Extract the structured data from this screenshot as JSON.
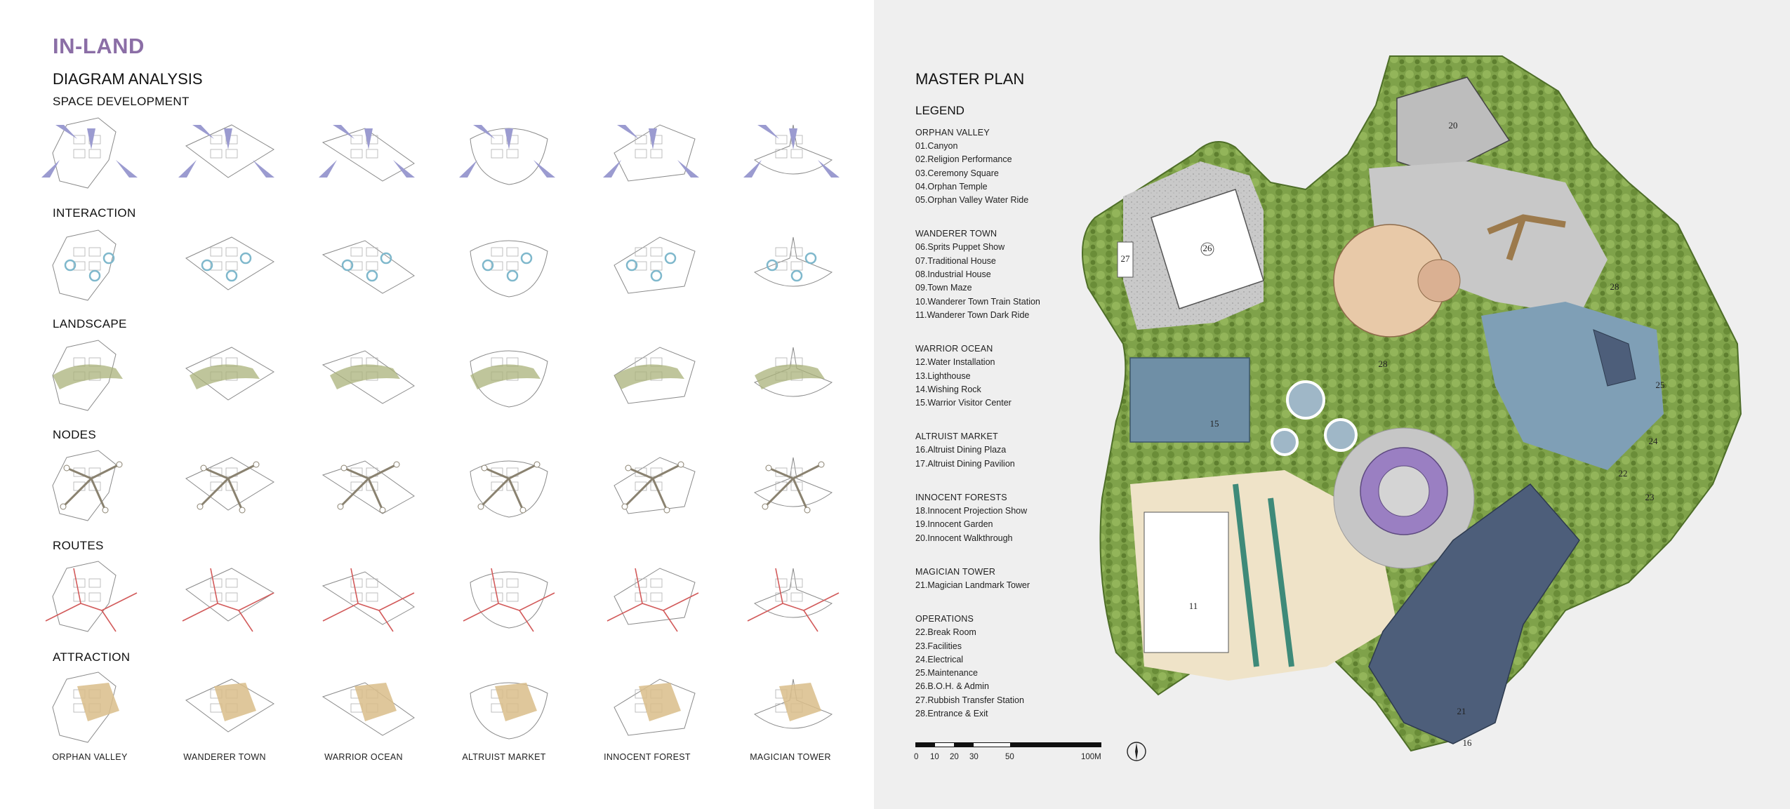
{
  "brand": "IN-LAND",
  "diagram": {
    "title": "DIAGRAM ANALYSIS",
    "rows": [
      "SPACE DEVELOPMENT",
      "INTERACTION",
      "LANDSCAPE",
      "NODES",
      "ROUTES",
      "ATTRACTION"
    ],
    "columns": [
      "ORPHAN VALLEY",
      "WANDERER TOWN",
      "WARRIOR OCEAN",
      "ALTRUIST MARKET",
      "INNOCENT FOREST",
      "MAGICIAN TOWER"
    ],
    "row_colors": {
      "SPACE DEVELOPMENT": "#9b9bd0",
      "INTERACTION": "#7fb8cc",
      "LANDSCAPE": "#a9b27a",
      "NODES": "#8a8270",
      "ROUTES": "#d25a5a",
      "ATTRACTION": "#d9bd8a"
    }
  },
  "master_plan": {
    "title": "MASTER PLAN",
    "legend_title": "LEGEND",
    "groups": [
      {
        "title": "ORPHAN VALLEY",
        "items": [
          "01.Canyon",
          "02.Religion Performance",
          "03.Ceremony Square",
          "04.Orphan Temple",
          "05.Orphan Valley Water Ride"
        ]
      },
      {
        "title": "WANDERER TOWN",
        "items": [
          "06.Sprits Puppet Show",
          "07.Traditional House",
          "08.Industrial House",
          "09.Town Maze",
          "10.Wanderer Town Train Station",
          "11.Wanderer Town Dark Ride"
        ]
      },
      {
        "title": "WARRIOR OCEAN",
        "items": [
          "12.Water Installation",
          "13.Lighthouse",
          "14.Wishing Rock",
          "15.Warrior Visitor Center"
        ]
      },
      {
        "title": "ALTRUIST MARKET",
        "items": [
          "16.Altruist Dining Plaza",
          "17.Altruist Dining Pavilion"
        ]
      },
      {
        "title": "INNOCENT FORESTS",
        "items": [
          "18.Innocent Projection Show",
          "19.Innocent Garden",
          "20.Innocent Walkthrough"
        ]
      },
      {
        "title": "MAGICIAN TOWER",
        "items": [
          "21.Magician Landmark Tower"
        ]
      },
      {
        "title": "OPERATIONS",
        "items": [
          "22.Break Room",
          "23.Facilities",
          "24.Electrical",
          "25.Maintenance",
          "26.B.O.H. & Admin",
          "27.Rubbish Transfer Station",
          "28.Entrance & Exit"
        ]
      }
    ],
    "scale_labels": [
      "0",
      "10",
      "20",
      "30",
      "50",
      "100M"
    ],
    "plan_numbers": [
      "26",
      "27",
      "20",
      "28",
      "11",
      "25",
      "24",
      "23",
      "22",
      "21",
      "15",
      "16",
      "28"
    ]
  },
  "colors": {
    "brand": "#8b6ea6",
    "vegetation": "#7fa24a",
    "water": "#7f9fb6",
    "plaza": "#cfcfcf",
    "sand": "#d9c6a2",
    "purple": "#9a7fc2",
    "rock": "#4d5e7a"
  }
}
